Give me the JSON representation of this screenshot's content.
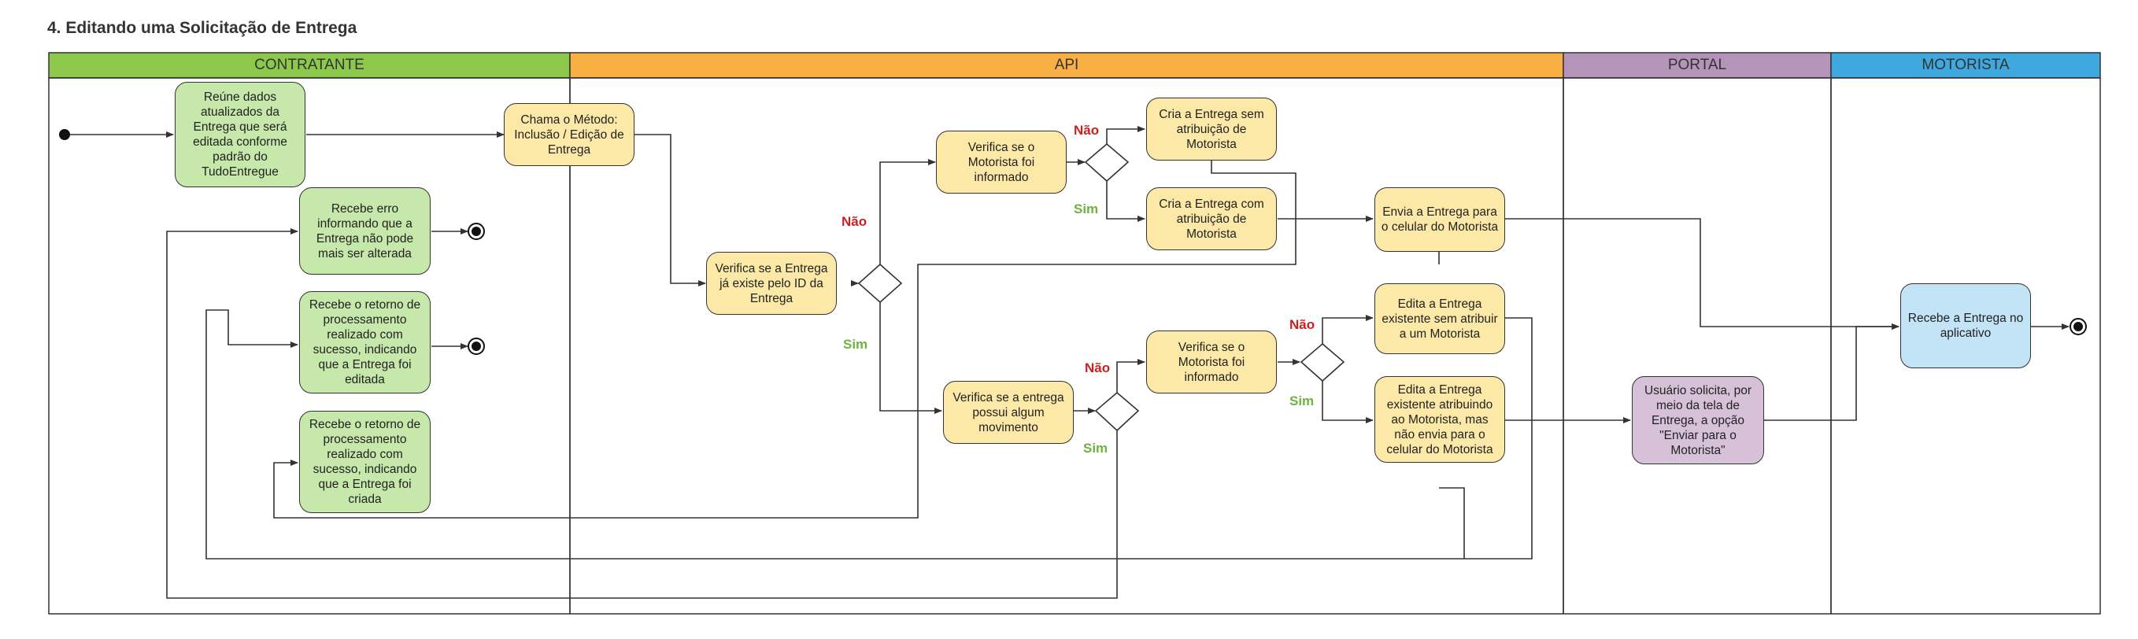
{
  "title": "4. Editando uma Solicitação de Entrega",
  "colors": {
    "contratante": "#8cc84b",
    "api": "#f8b045",
    "portal": "#b494b8",
    "motorista": "#3ea8df",
    "node_green": "#c6e8ab",
    "node_yellow": "#fde9a7",
    "node_purple": "#d6c1d8",
    "node_blue": "#c3e3f6",
    "label_no": "#cc1f1f",
    "label_yes": "#6db33f"
  },
  "lanes": [
    {
      "name": "CONTRATANTE"
    },
    {
      "name": "API"
    },
    {
      "name": "PORTAL"
    },
    {
      "name": "MOTORISTA"
    }
  ],
  "nodes": {
    "reune": "Reúne dados atualizados da Entrega que será editada conforme padrão do TudoEntregue",
    "erro": "Recebe erro informando que a Entrega não pode mais ser alterada",
    "retorno_editada": "Recebe o retorno de processamento realizado com sucesso, indicando que a Entrega foi editada",
    "retorno_criada": "Recebe o retorno de processamento realizado com sucesso, indicando que a Entrega foi criada",
    "chama": "Chama o Método: Inclusão / Edição de Entrega",
    "verifica_existe": "Verifica se a Entrega já existe pelo ID da Entrega",
    "verifica_motorista_1": "Verifica se o Motorista foi informado",
    "cria_sem": "Cria a Entrega sem atribuição de Motorista",
    "cria_com": "Cria a Entrega com atribuição de Motorista",
    "envia": "Envia a Entrega para o celular do Motorista",
    "verifica_movimento": "Verifica se a entrega possui algum movimento",
    "verifica_motorista_2": "Verifica se o Motorista foi informado",
    "edita_sem": "Edita a Entrega existente sem atribuir a um Motorista",
    "edita_com": "Edita a Entrega existente atribuindo ao Motorista, mas não envia para o celular do Motorista",
    "usuario_solicita": "Usuário solicita, por meio da tela de Entrega, a opção \"Enviar para o Motorista\"",
    "recebe_app": "Recebe a Entrega no aplicativo"
  },
  "labels": {
    "no": "Não",
    "yes": "Sim"
  }
}
